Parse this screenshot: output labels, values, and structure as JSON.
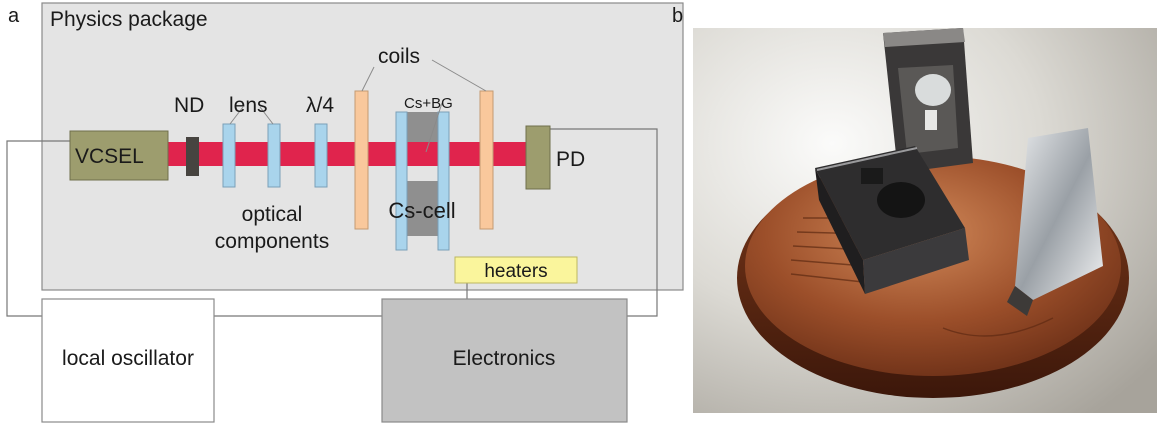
{
  "panel_a": {
    "letter": "a",
    "package_title": "Physics package",
    "labels": {
      "nd": "ND",
      "lens": "lens",
      "lambda": "λ/4",
      "coils": "coils",
      "csbg": "Cs+BG",
      "vcsel": "VCSEL",
      "pd": "PD",
      "optical_line1": "optical",
      "optical_line2": "components",
      "cscell": "Cs-cell",
      "heaters": "heaters",
      "local_osc": "local oscillator",
      "electronics": "Electronics"
    },
    "colors": {
      "package_bg": "#e4e4e4",
      "beam": "#e0244d",
      "vcsel_pd": "#9d9d6e",
      "nd": "#474440",
      "optic": "#a9d4ec",
      "coil": "#f9c89c",
      "cell_gray": "#8f8f8f",
      "heater": "#faf59c",
      "electronics": "#c2c2c2"
    }
  },
  "panel_b": {
    "letter": "b",
    "photo": "photograph-of-miniature-cs-vapor-cell-chips-on-copper-coin"
  }
}
